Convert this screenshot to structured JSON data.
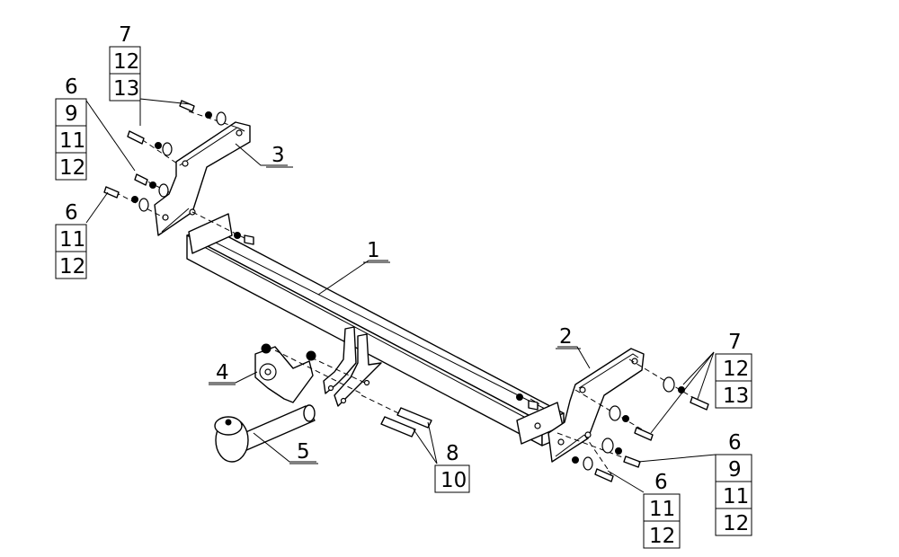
{
  "callouts": {
    "part_1": "1",
    "part_2": "2",
    "part_3": "3",
    "part_4": "4",
    "part_5": "5",
    "top_left_stack": [
      "7",
      "12",
      "13"
    ],
    "mid_left_stack": [
      "6",
      "9",
      "11",
      "12"
    ],
    "low_left_stack": [
      "6",
      "11",
      "12"
    ],
    "right_top_stack": [
      "7",
      "12",
      "13"
    ],
    "right_mid_stack": [
      "6",
      "9",
      "11",
      "12"
    ],
    "right_low_stack": [
      "6",
      "11",
      "12"
    ],
    "bottom_bolts_stack": [
      "8",
      "10"
    ]
  }
}
